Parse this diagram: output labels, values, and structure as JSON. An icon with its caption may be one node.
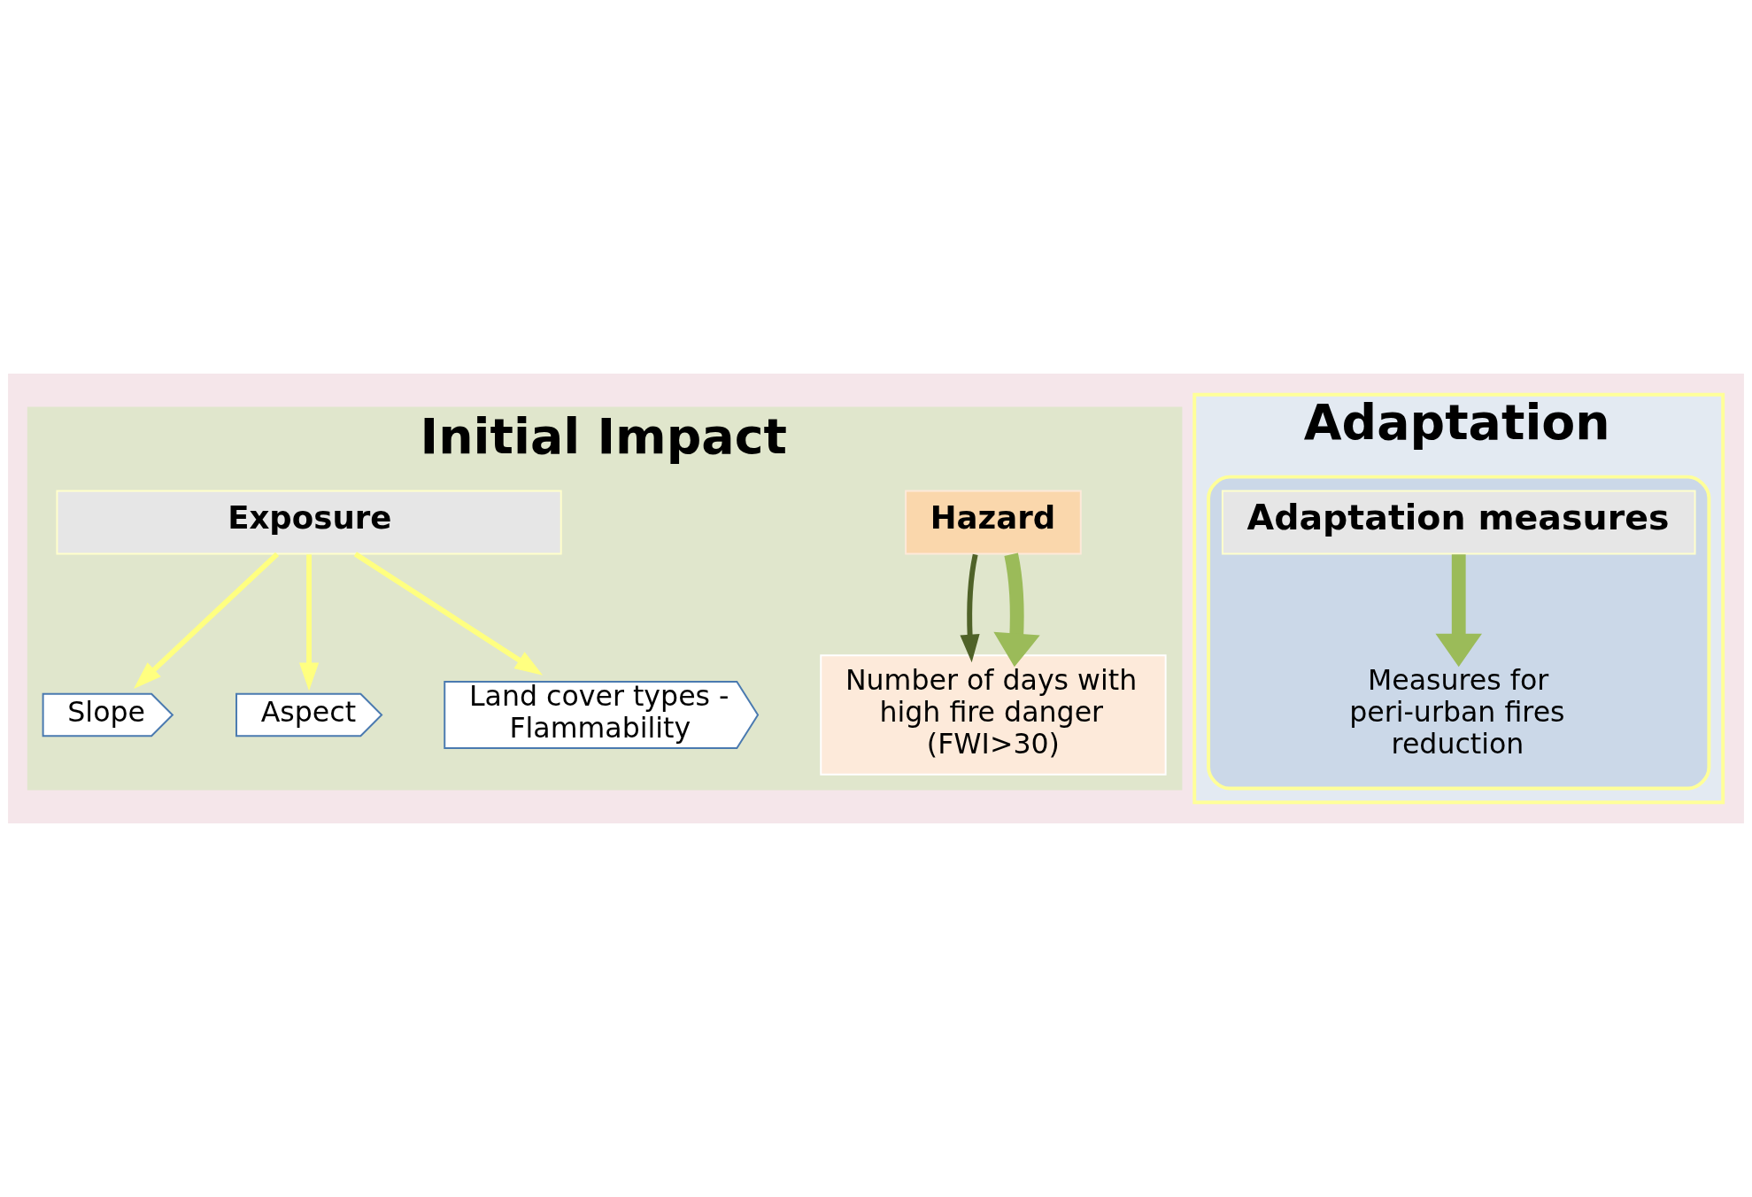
{
  "diagram": {
    "nodes": [
      {
        "text": [
          "Initial Impact"
        ]
      },
      {
        "text": [
          "Hazard"
        ],
        "in": 0
      },
      {
        "text": [
          "Exposure"
        ],
        "in": 0
      },
      {
        "text": [
          "Number of days with high fire danger (FWI>30)"
        ],
        "in": 0
      },
      {
        "text": [
          "Slope"
        ],
        "in": 0
      },
      {
        "text": [
          "Aspect"
        ],
        "in": 0
      },
      {
        "text": [
          "Land cover types - Flammability"
        ],
        "in": 0
      },
      {
        "text": [
          "Adaptation"
        ]
      },
      {
        "text": [],
        "shape": "box",
        "in": 7
      },
      {
        "text": [
          "Adaptation measures"
        ],
        "in": 8
      },
      {
        "text": [
          "Measures for peri-urban fires reduction"
        ],
        "in": 8
      }
    ],
    "edges": [
      {
        "from": 1,
        "to": 3,
        "arrow": "to",
        "color": "#4f6228"
      },
      {
        "from": 1,
        "to": 3,
        "arrow": "to",
        "style": "thick",
        "color": "#9bbb59"
      },
      {
        "from": 2,
        "to": 4,
        "arrow": "to"
      },
      {
        "from": 2,
        "to": 5,
        "arrow": "to"
      },
      {
        "from": 2,
        "to": 6,
        "arrow": "to"
      },
      {
        "from": 9,
        "to": 10,
        "arrow": "to",
        "style": "thick",
        "color": "#9bbb59"
      }
    ]
  }
}
